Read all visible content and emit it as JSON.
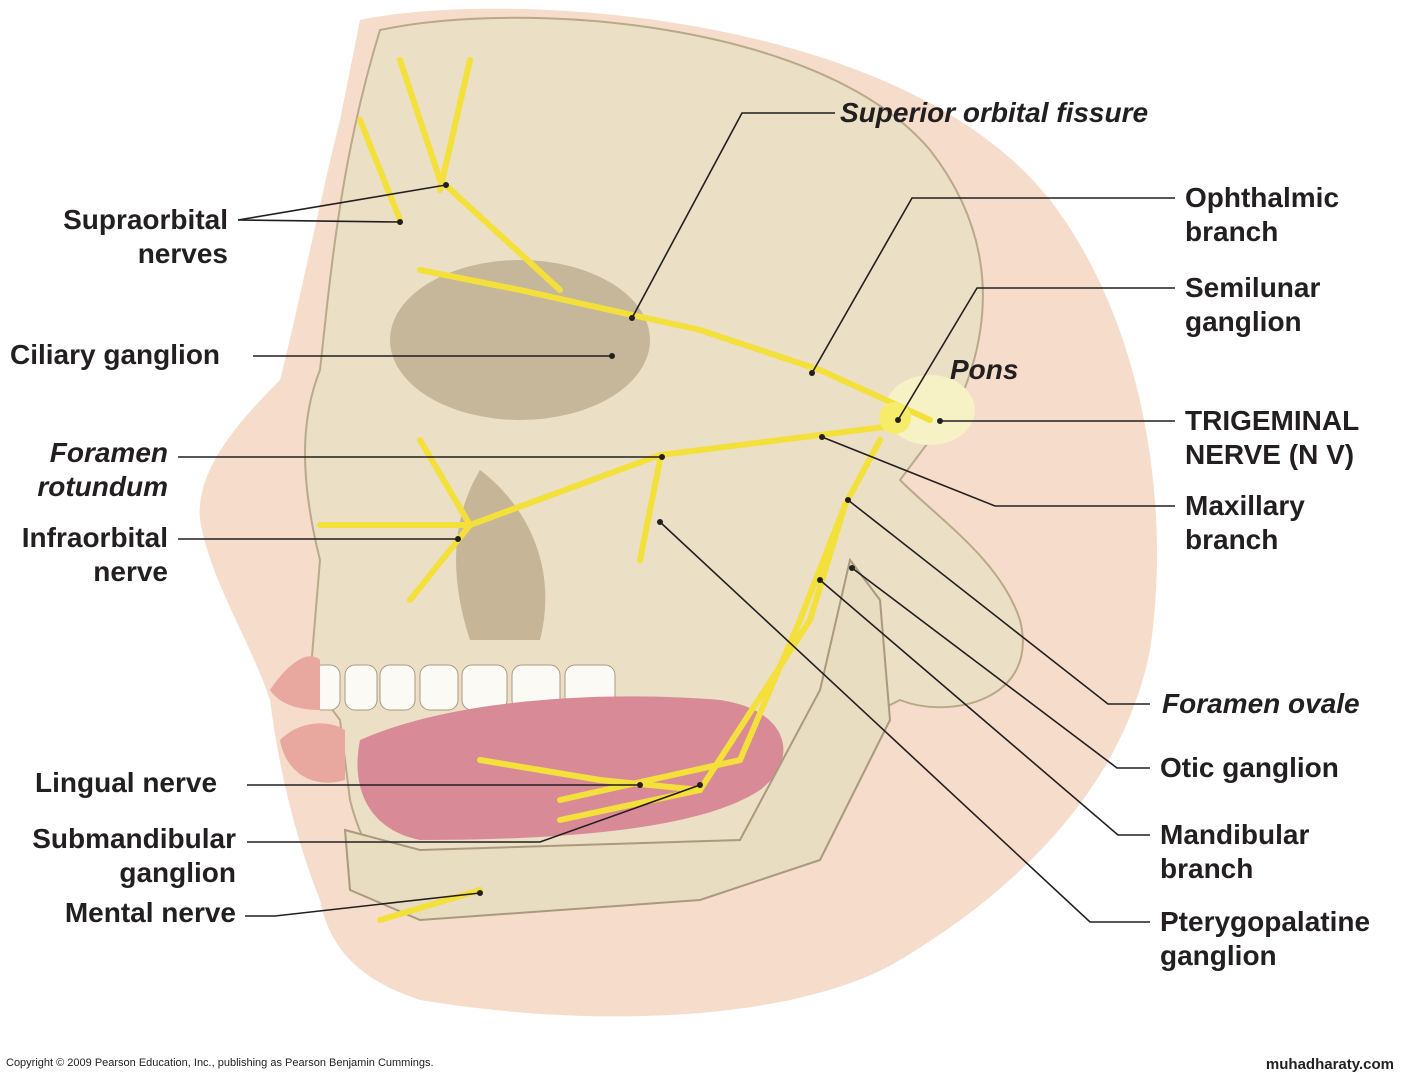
{
  "labels": {
    "superior_orbital_fissure": "Superior orbital fissure",
    "ophthalmic_branch": [
      "Ophthalmic",
      "branch"
    ],
    "semilunar_ganglion": [
      "Semilunar",
      "ganglion"
    ],
    "pons": "Pons",
    "trigeminal_nerve": [
      "TRIGEMINAL",
      "NERVE (N V)"
    ],
    "maxillary_branch": [
      "Maxillary",
      "branch"
    ],
    "foramen_ovale": "Foramen ovale",
    "otic_ganglion": "Otic ganglion",
    "mandibular_branch": [
      "Mandibular",
      "branch"
    ],
    "pterygopalatine_ganglion": [
      "Pterygopalatine",
      "ganglion"
    ],
    "supraorbital_nerves": [
      "Supraorbital",
      "nerves"
    ],
    "ciliary_ganglion": "Ciliary ganglion",
    "foramen_rotundum": [
      "Foramen",
      "rotundum"
    ],
    "infraorbital_nerve": [
      "Infraorbital",
      "nerve"
    ],
    "lingual_nerve": "Lingual nerve",
    "submandibular_ganglion": [
      "Submandibular",
      "ganglion"
    ],
    "mental_nerve": "Mental nerve"
  },
  "footer": {
    "copyright": "Copyright © 2009 Pearson Education, Inc., publishing as Pearson Benjamin Cummings.",
    "watermark": "muhadharaty.com"
  },
  "colors": {
    "nerve": "#f3e03a",
    "bone": "#e9dcc0",
    "skin": "#f4d2bd",
    "tongue": "#d98a97"
  }
}
